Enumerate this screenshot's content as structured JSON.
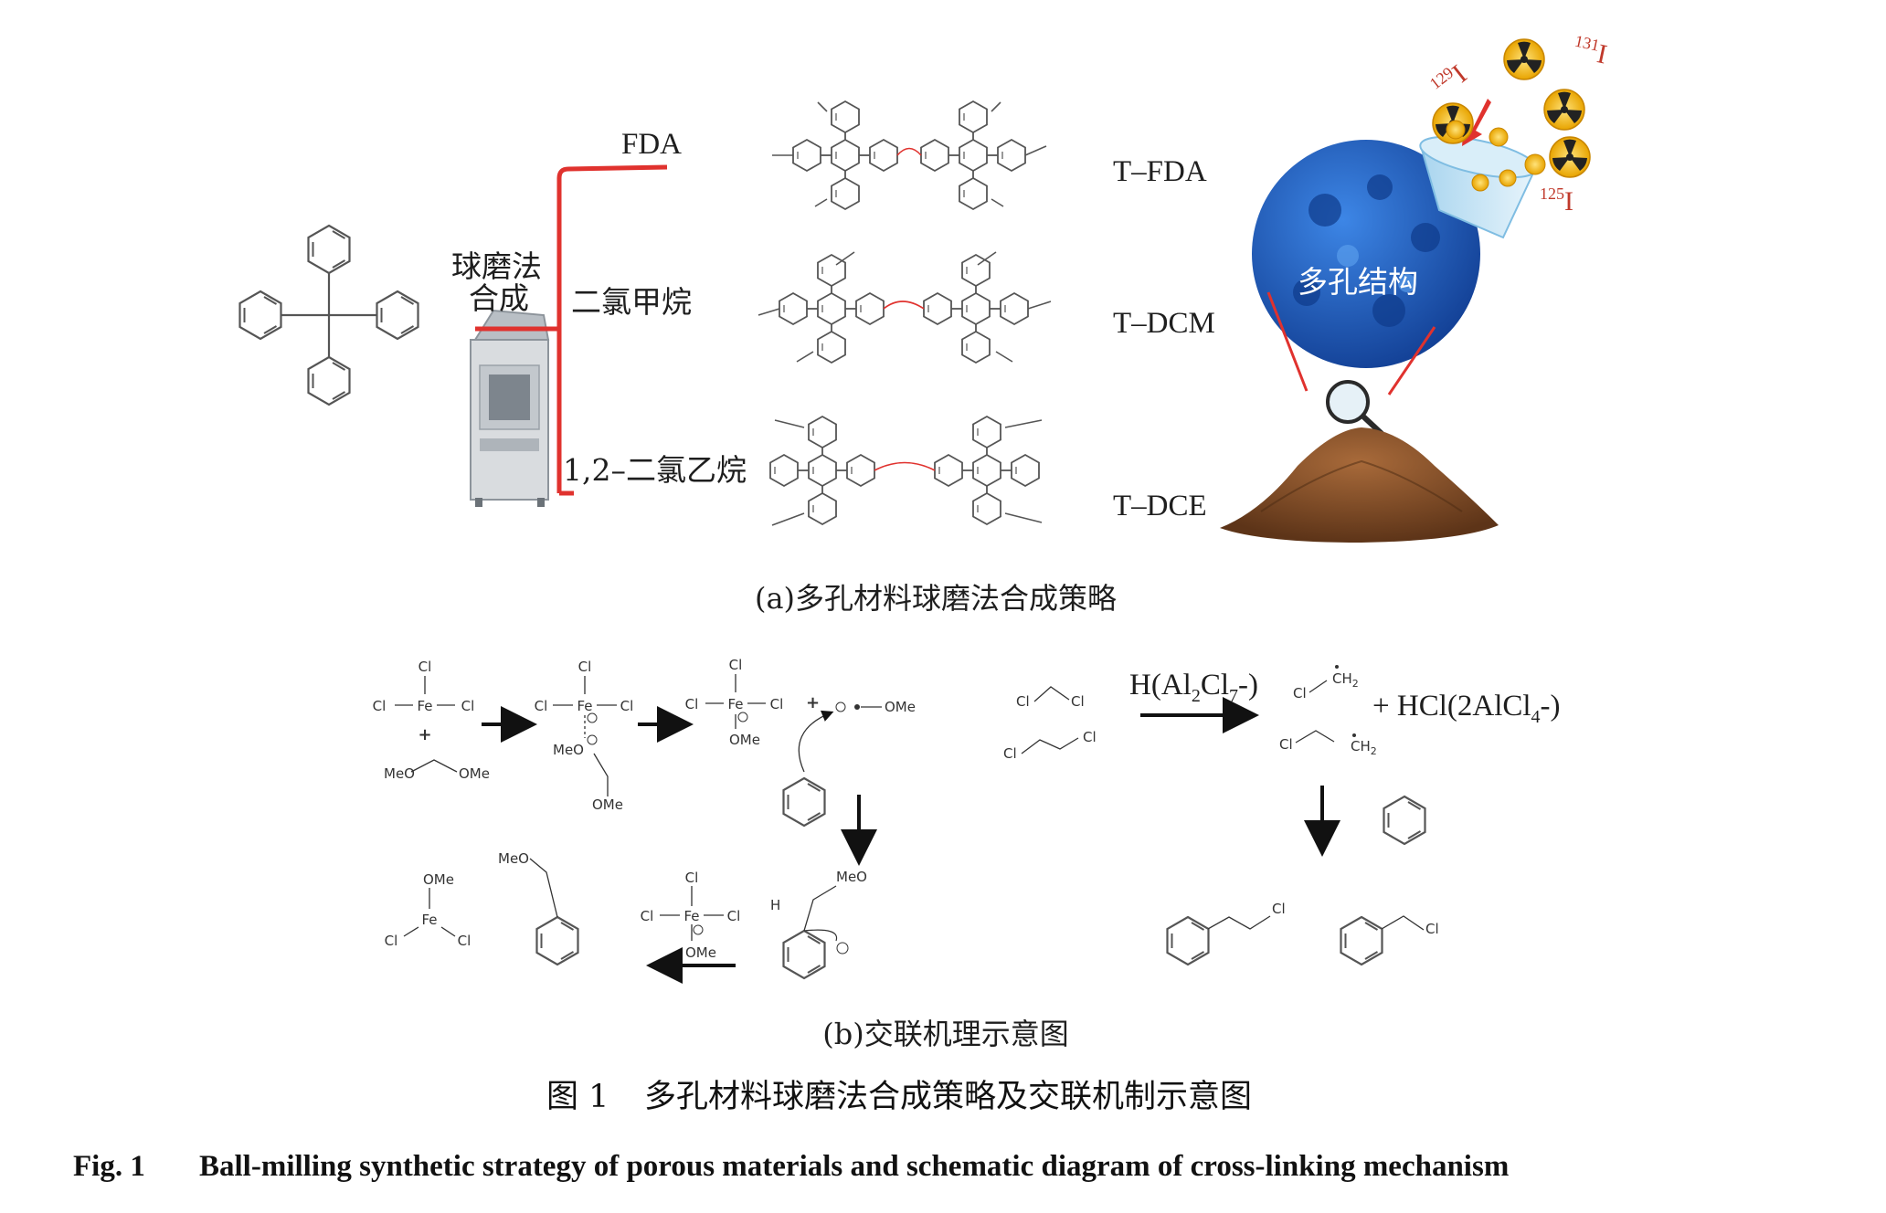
{
  "panel_a": {
    "start_label": "球磨法\n合成",
    "start_label_line1": "球磨法",
    "start_label_line2": "合成",
    "reagents": [
      "FDA",
      "二氯甲烷",
      "1,2–二氯乙烷"
    ],
    "products": [
      "T–FDA",
      "T–DCM",
      "T–DCE"
    ],
    "porous_label": "多孔结构",
    "isotopes": [
      {
        "mass": "129",
        "symbol": "I"
      },
      {
        "mass": "131",
        "symbol": "I"
      },
      {
        "mass": "125",
        "symbol": "I"
      }
    ],
    "caption": "(a)多孔材料球磨法合成策略"
  },
  "panel_b": {
    "fe_mechanism": {
      "fecl3": {
        "metal": "Fe",
        "ligands": [
          "Cl",
          "Cl",
          "Cl"
        ]
      },
      "plus": "+",
      "methylal_left": "MeO",
      "methylal_right": "OMe",
      "complex_meo": "MeO",
      "complex_ome": "OMe",
      "anion_ome": "OMe",
      "cation_ome": "OMe",
      "h_label": "H",
      "product_meo": "MeO",
      "fe_product": {
        "top": "OMe",
        "metal": "Fe",
        "left": "Cl",
        "right": "Cl"
      },
      "fe_anion": {
        "top": "Cl",
        "metal": "Fe",
        "left": "Cl",
        "right": "Cl",
        "bottom": "OMe"
      }
    },
    "al_mechanism": {
      "reactant_1": {
        "left": "Cl",
        "right": "Cl"
      },
      "reactant_2": {
        "left": "Cl",
        "right": "Cl"
      },
      "catalyst": {
        "prefix": "H(Al",
        "n1": "2",
        "mid": "Cl",
        "n2": "7",
        "suffix": "-)"
      },
      "cation_1": {
        "cl": "Cl",
        "group": "CH",
        "n": "2"
      },
      "cation_2": {
        "cl": "Cl",
        "group": "CH",
        "n": "2"
      },
      "byproduct": {
        "prefix": "+ HCl(2AlCl",
        "n": "4",
        "suffix": "-)"
      },
      "product_1_cl": "Cl",
      "product_2_cl": "Cl"
    },
    "caption": "(b)交联机理示意图"
  },
  "figure_caption": {
    "cn_number": "图 1",
    "cn_text": "多孔材料球磨法合成策略及交联机制示意图",
    "en_number": "Fig. 1",
    "en_text": "Ball‑milling synthetic strategy of porous materials and schematic diagram of cross‑linking mechanism"
  },
  "colors": {
    "branch_red": "#e0322e",
    "isotope_red": "#c0392b",
    "porous_blue": "#1f5fc4",
    "soil_brown": "#7b4a25",
    "structure_gray": "#555555"
  }
}
